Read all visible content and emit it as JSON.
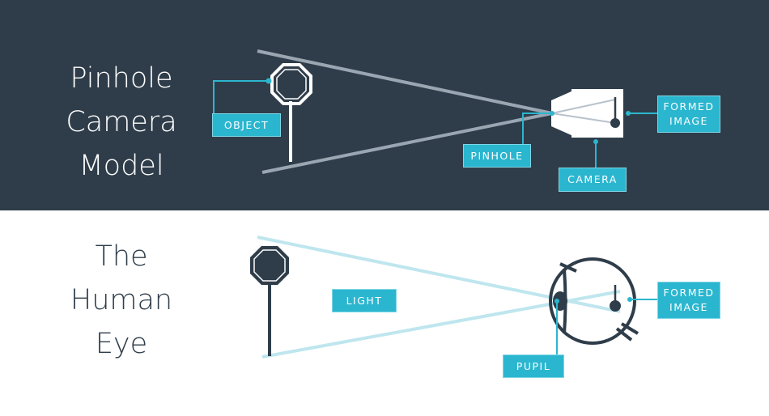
{
  "top_panel": {
    "title_lines": [
      "Pinhole",
      "Camera",
      "Model"
    ],
    "labels": {
      "object": "OBJECT",
      "pinhole": "PINHOLE",
      "camera": "CAMERA",
      "formed_image_line1": "FORMED",
      "formed_image_line2": "IMAGE"
    }
  },
  "bottom_panel": {
    "title_lines": [
      "The",
      "Human",
      "Eye"
    ],
    "labels": {
      "light": "LIGHT",
      "pupil": "PUPIL",
      "formed_image_line1": "FORMED",
      "formed_image_line2": "IMAGE"
    }
  },
  "colors": {
    "dark_bg": "#2f3d4a",
    "accent": "#2bb6cf",
    "light_ray_top": "#9aa6b2",
    "light_ray_bottom": "#bfe6ee"
  }
}
